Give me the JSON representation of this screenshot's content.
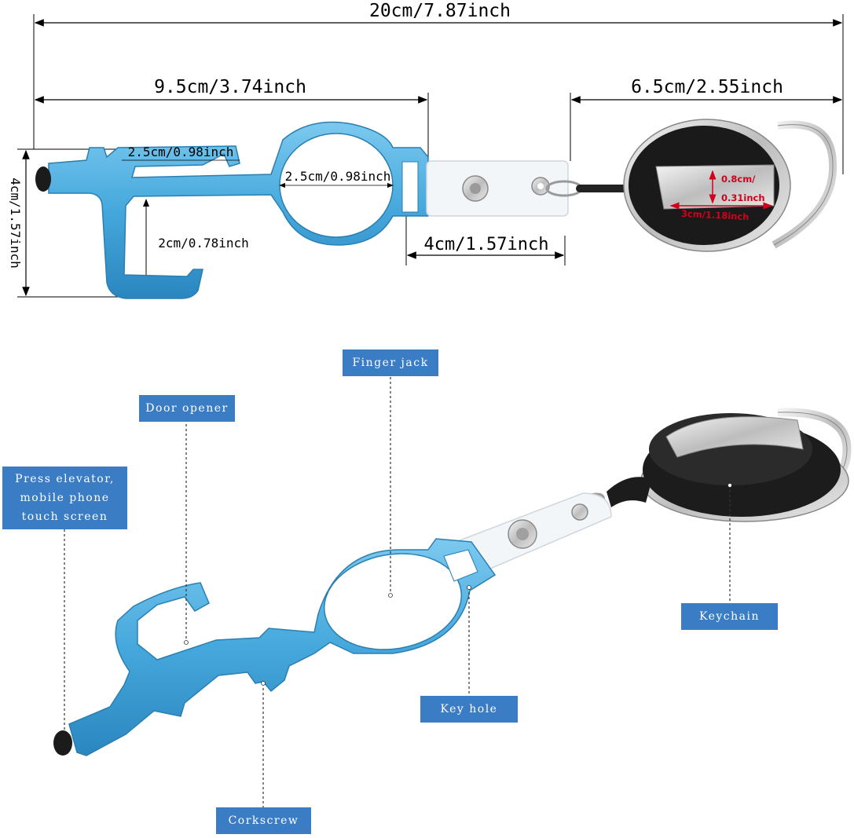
{
  "dimensions": {
    "total_length": "20cm/7.87inch",
    "tool_length": "9.5cm/3.74inch",
    "reel_length": "6.5cm/2.55inch",
    "tool_height": "4cm/1.57inch",
    "prong_width": "2.5cm/0.98inch",
    "ring_diameter": "2.5cm/0.98inch",
    "hook_depth": "2cm/0.78inch",
    "strap_length": "4cm/1.57inch",
    "clip_height_line1": "0.8cm/",
    "clip_height_line2": "0.31inch",
    "clip_width": "3cm/1.18inch"
  },
  "callouts": {
    "finger_jack": "Finger jack",
    "door_opener": "Door opener",
    "press_elevator_line1": "Press elevator,",
    "press_elevator_line2": "mobile phone",
    "press_elevator_line3": "touch screen",
    "keychain": "Keychain",
    "key_hole": "Key hole",
    "corkscrew": "Corkscrew"
  },
  "colors": {
    "tag_background": "#3b7dc4",
    "tool_blue": "#4aaee0",
    "dimension_red": "#d0021b"
  }
}
